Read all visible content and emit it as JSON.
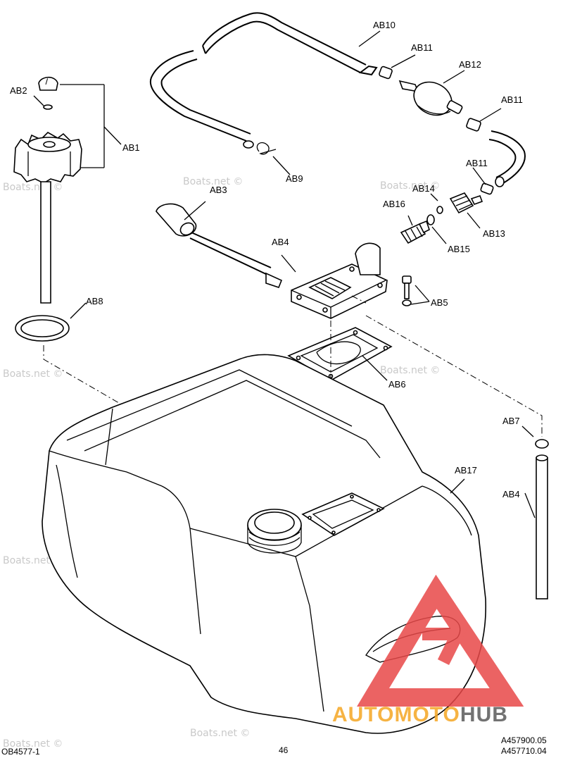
{
  "callouts": {
    "ab1": "AB1",
    "ab2": "AB2",
    "ab3": "AB3",
    "ab4_upper": "AB4",
    "ab4_lower": "AB4",
    "ab5": "AB5",
    "ab6": "AB6",
    "ab7": "AB7",
    "ab8": "AB8",
    "ab9": "AB9",
    "ab10": "AB10",
    "ab11_a": "AB11",
    "ab11_b": "AB11",
    "ab11_c": "AB11",
    "ab12": "AB12",
    "ab13": "AB13",
    "ab14": "AB14",
    "ab15": "AB15",
    "ab16": "AB16",
    "ab17": "AB17"
  },
  "watermark": {
    "text": "Boats.net ©",
    "color": "#c9c9c9"
  },
  "logo": {
    "part1": "AUTOMOTO",
    "part2": "HUB",
    "color1": "#f5a623",
    "color2": "#5a5a5a",
    "triangle_color": "#e84848"
  },
  "footer": {
    "left_code": "OB4577-1",
    "page_number": "46",
    "ref1": "A457900.05",
    "ref2": "A457710.04"
  }
}
